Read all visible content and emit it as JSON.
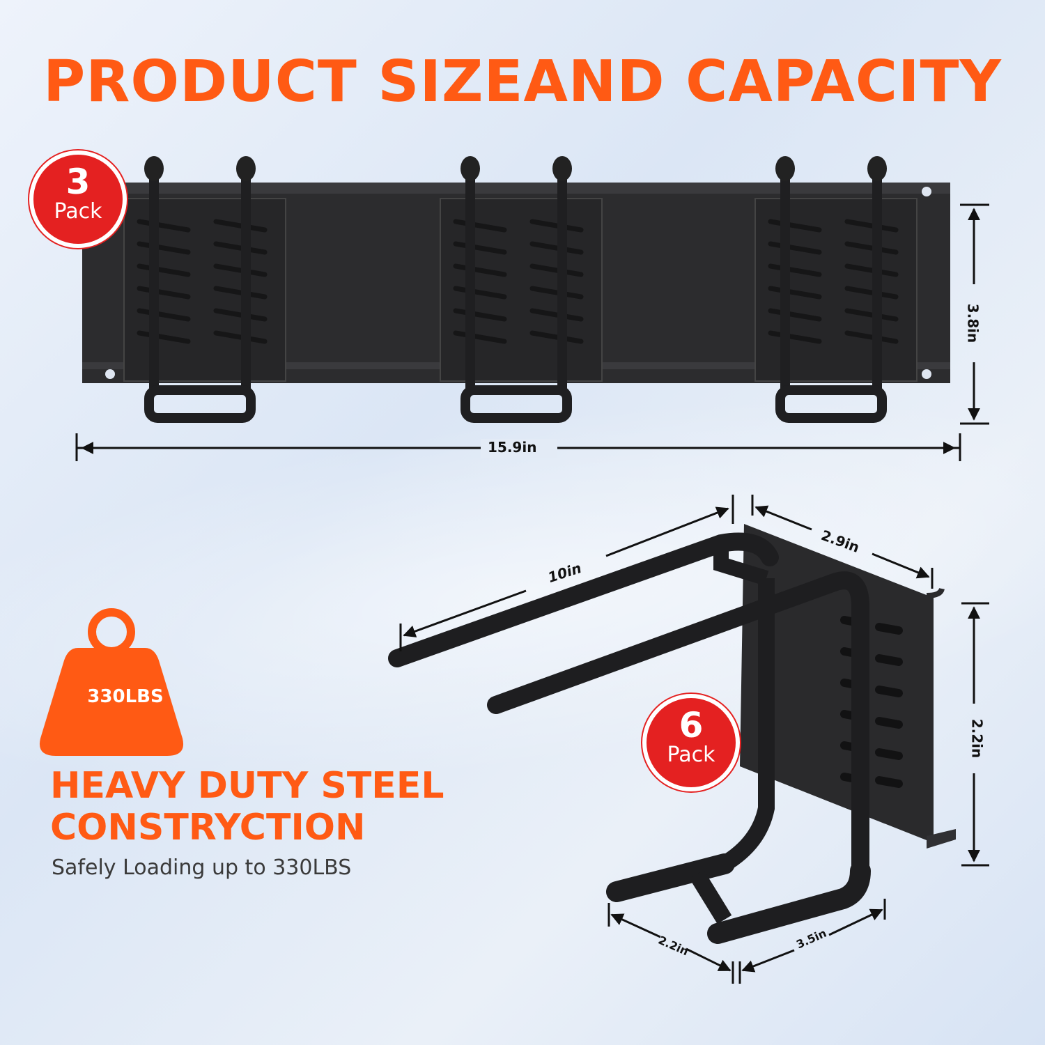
{
  "title": "PRODUCT SIZEAND CAPACITY",
  "rack": {
    "pack_number": "3",
    "pack_label": "Pack",
    "width": "15.9in",
    "height": "3.8in"
  },
  "hook": {
    "pack_number": "6",
    "pack_label": "Pack",
    "length": "10in",
    "plate_width": "2.9in",
    "height": "2.2in",
    "depth_bottom": "2.2in",
    "width_bottom": "3.5in"
  },
  "weight": {
    "label": "330LBS",
    "color": "#ff5a14"
  },
  "headline": {
    "line1": "HEAVY DUTY STEEL",
    "line2": "CONSTRYCTION"
  },
  "subline": "Safely Loading up to 330LBS",
  "colors": {
    "accent": "#ff5a14",
    "badge": "#e42121",
    "product": "#2a2a2c"
  }
}
